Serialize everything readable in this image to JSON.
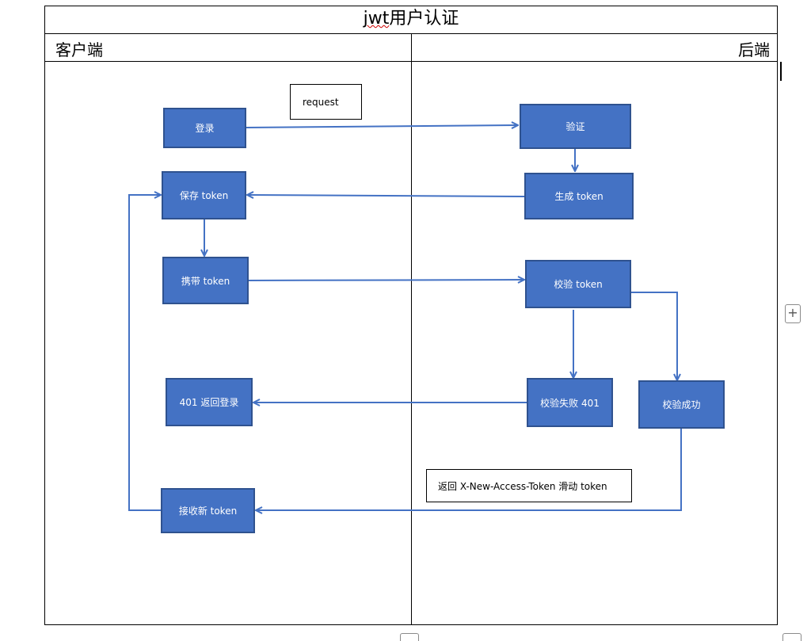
{
  "diagram": {
    "title_prefix": "jwt",
    "title_suffix": "用户认证",
    "lanes": {
      "client": "客户端",
      "server": "后端"
    },
    "nodes": {
      "login": "登录",
      "verify": "验证",
      "generate_token": "生成 token",
      "save_token": "保存 token",
      "carry_token": "携带 token",
      "check_token": "校验 token",
      "check_failed": "校验失败 401",
      "check_success": "校验成功",
      "return_401": "401 返回登录",
      "receive_new_token": "接收新 token"
    },
    "notes": {
      "request": "request",
      "refresh": "返回 X-New-Access-Token 滑动 token"
    },
    "colors": {
      "node_fill": "#4472c4",
      "node_border": "#2f528f",
      "arrow": "#4472c4"
    }
  }
}
